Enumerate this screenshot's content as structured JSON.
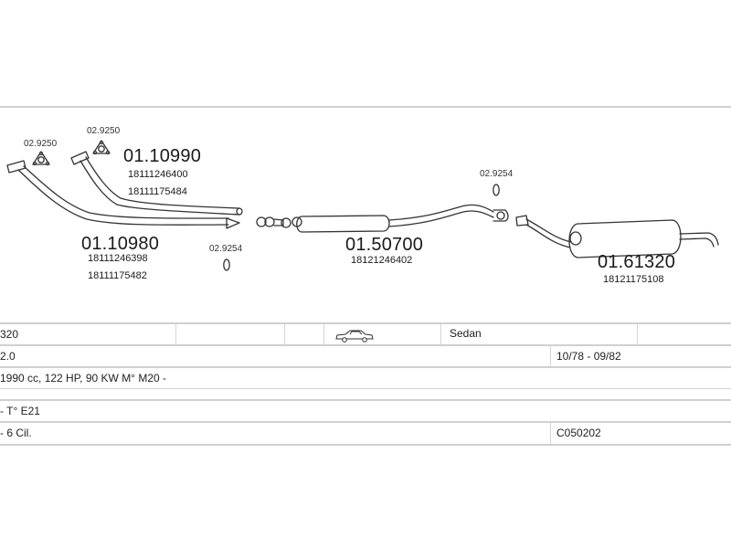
{
  "parts": {
    "clamp_left": "02.9250",
    "clamp_right": "02.9250",
    "pipe_upper": {
      "number": "01.10990",
      "ref1": "18111246400",
      "ref2": "18111175484"
    },
    "pipe_lower": {
      "number": "01.10980",
      "ref1": "18111246398",
      "ref2": "18111175482"
    },
    "gasket_left": "02.9254",
    "gasket_right": "02.9254",
    "mid_silencer": {
      "number": "01.50700",
      "ref1": "18121246402"
    },
    "rear_silencer": {
      "number": "01.61320",
      "ref1": "18121175108"
    }
  },
  "table": {
    "model": "320",
    "body_type": "Sedan",
    "body_icon": "sedan-car-icon",
    "engine": "2.0",
    "years": "10/78 - 09/82",
    "engine_spec": "1990 cc, 122 HP, 90 KW M° M20 -",
    "chassis": "- T° E21",
    "cylinders": "- 6 Cil.",
    "code": "C050202"
  },
  "colors": {
    "line": "#333333",
    "rule": "#d0d0d0"
  }
}
